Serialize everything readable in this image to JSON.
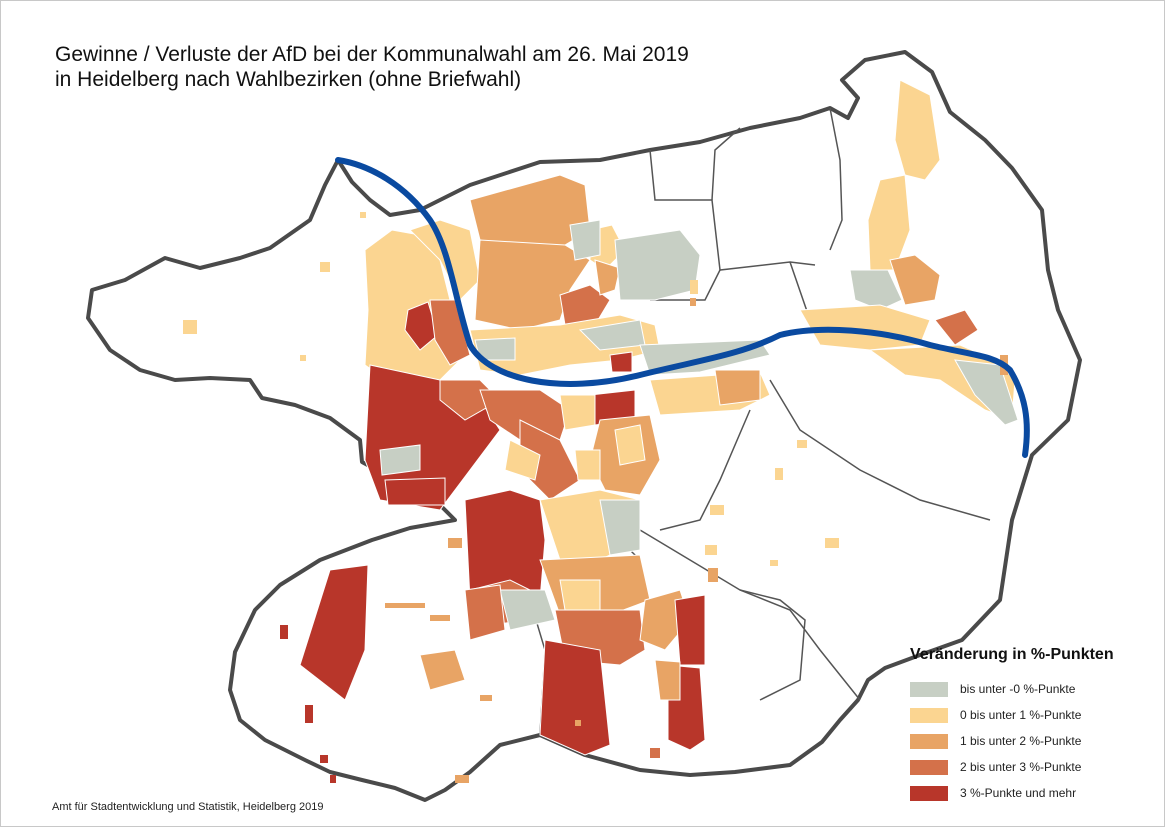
{
  "title": {
    "line1": "Gewinne / Verluste der AfD bei der Kommunalwahl am 26. Mai 2019",
    "line2": "in Heidelberg nach Wahlbezirken (ohne Briefwahl)"
  },
  "legend": {
    "title": "Veränderung in %-Punkten",
    "items": [
      {
        "label": "bis unter -0 %-Punkte",
        "color": "#c7cfc4"
      },
      {
        "label": "0 bis unter 1 %-Punkte",
        "color": "#fbd591"
      },
      {
        "label": "1 bis unter 2 %-Punkte",
        "color": "#e8a465"
      },
      {
        "label": "2 bis unter 3 %-Punkte",
        "color": "#d4714a"
      },
      {
        "label": "3 %-Punkte und mehr",
        "color": "#b8362a"
      }
    ]
  },
  "source": "Amt für Stadtentwicklung und Statistik, Heidelberg 2019",
  "colors": {
    "river": "#0a4aa0",
    "outline": "#444444",
    "background": "#ffffff"
  }
}
